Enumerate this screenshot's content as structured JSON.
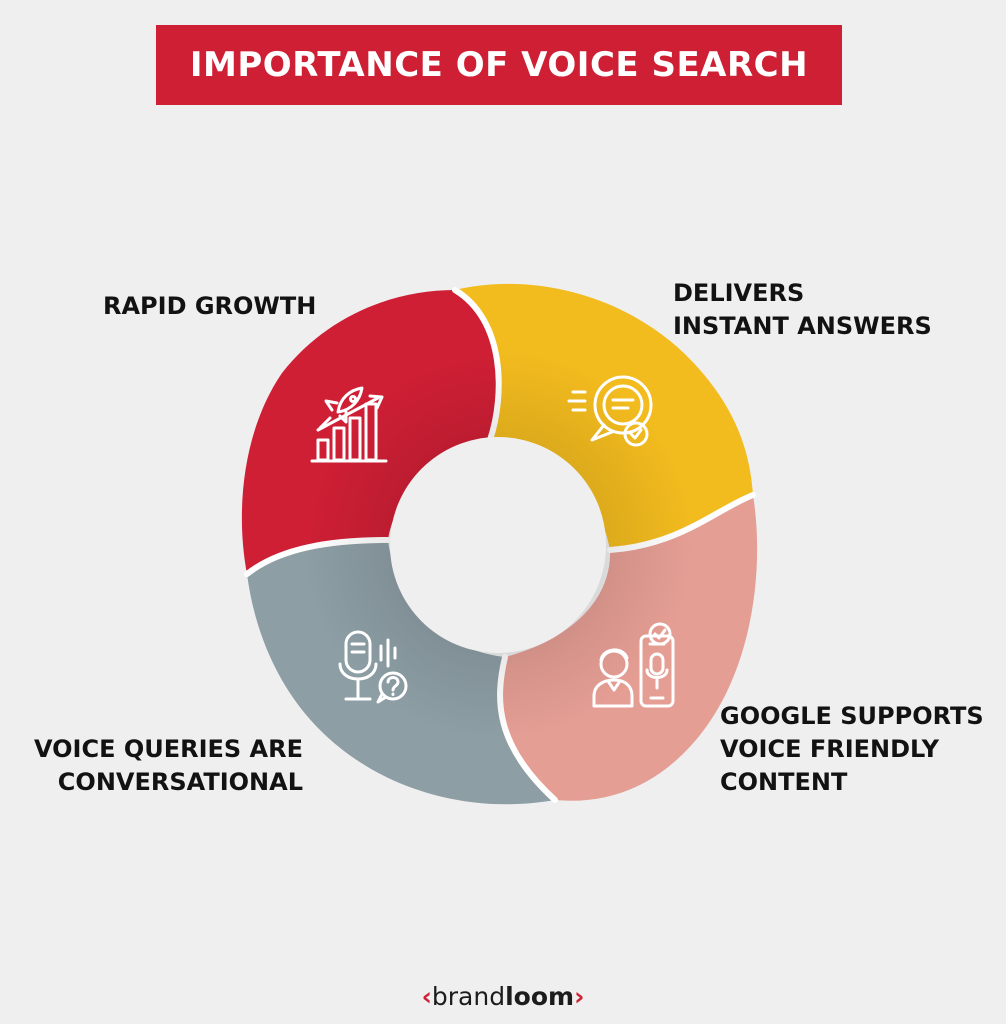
{
  "title": "IMPORTANCE OF VOICE SEARCH",
  "segments": [
    {
      "label_lines": [
        "RAPID GROWTH"
      ],
      "color": "#cf1f35",
      "icon": "rocket-growth-chart-icon"
    },
    {
      "label_lines": [
        "DELIVERS",
        "INSTANT ANSWERS"
      ],
      "color": "#f2bb1e",
      "icon": "chat-bubble-check-icon"
    },
    {
      "label_lines": [
        "GOOGLE SUPPORTS",
        "VOICE FRIENDLY",
        "CONTENT"
      ],
      "color": "#e59e94",
      "icon": "person-phone-microphone-icon"
    },
    {
      "label_lines": [
        "VOICE QUERIES ARE",
        "CONVERSATIONAL"
      ],
      "color": "#8d9ea5",
      "icon": "microphone-question-icon"
    }
  ],
  "logo": {
    "left_bracket": "‹",
    "light": "brand",
    "bold": "loom",
    "right_bracket": "›",
    "accent_color": "#cf1f35"
  }
}
